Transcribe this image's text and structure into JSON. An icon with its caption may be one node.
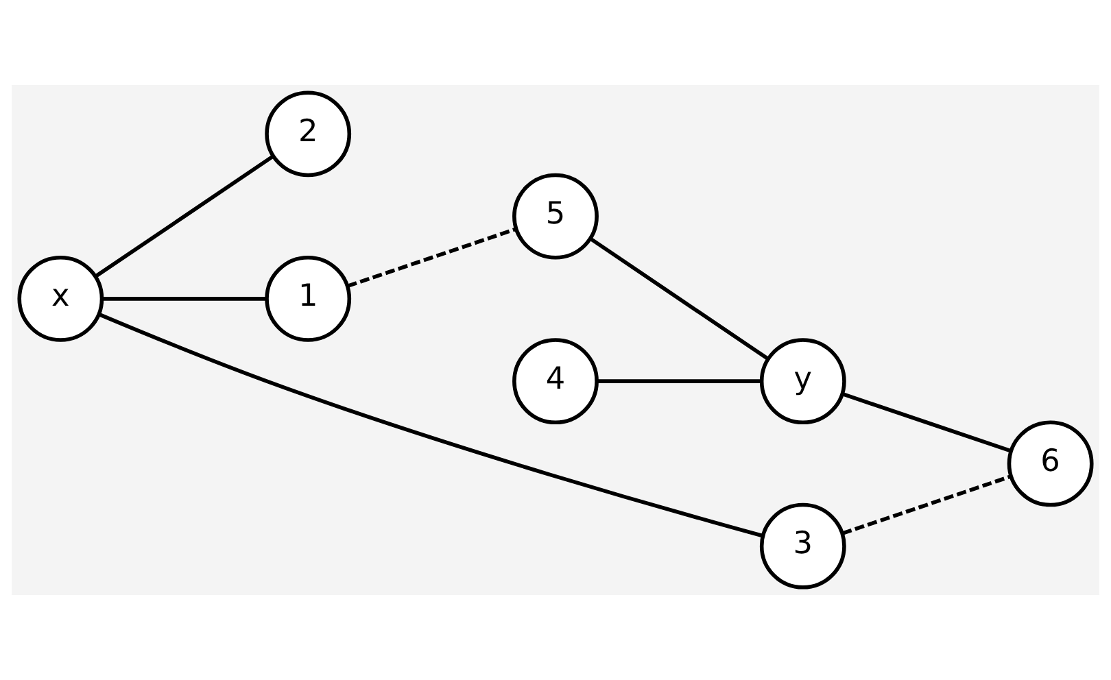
{
  "diagram": {
    "nodes": [
      {
        "text": [
          "2"
        ]
      },
      {
        "text": [
          "4"
        ]
      },
      {
        "text": [
          "x"
        ]
      },
      {
        "text": [
          "1"
        ]
      },
      {
        "text": [
          "5"
        ]
      },
      {
        "text": [
          "y"
        ]
      },
      {
        "text": [
          "3"
        ]
      },
      {
        "text": [
          "6"
        ]
      }
    ],
    "edges": [
      {
        "from": 2,
        "to": 0,
        "arrow": "none"
      },
      {
        "from": 2,
        "to": 3,
        "arrow": "none"
      },
      {
        "from": 2,
        "to": 6,
        "arrow": "none"
      },
      {
        "from": 3,
        "to": 4,
        "arrow": "none",
        "style": "dashed"
      },
      {
        "from": 4,
        "to": 5,
        "arrow": "none"
      },
      {
        "from": 1,
        "to": 5,
        "arrow": "none"
      },
      {
        "from": 5,
        "to": 7,
        "arrow": "none"
      },
      {
        "from": 6,
        "to": 7,
        "arrow": "none",
        "style": "dashed"
      }
    ]
  }
}
